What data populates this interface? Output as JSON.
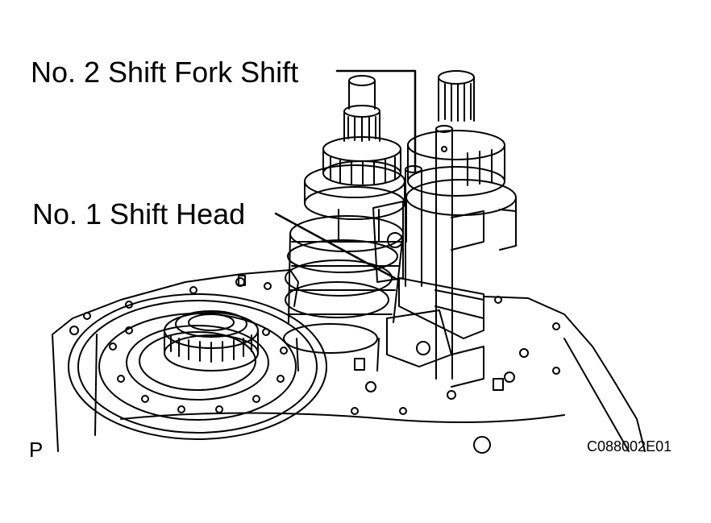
{
  "callouts": {
    "shift_fork_shaft": "No. 2 Shift Fork Shift",
    "shift_head": "No. 1 Shift Head"
  },
  "view_letter": "P",
  "figure_code": "C088002E01"
}
